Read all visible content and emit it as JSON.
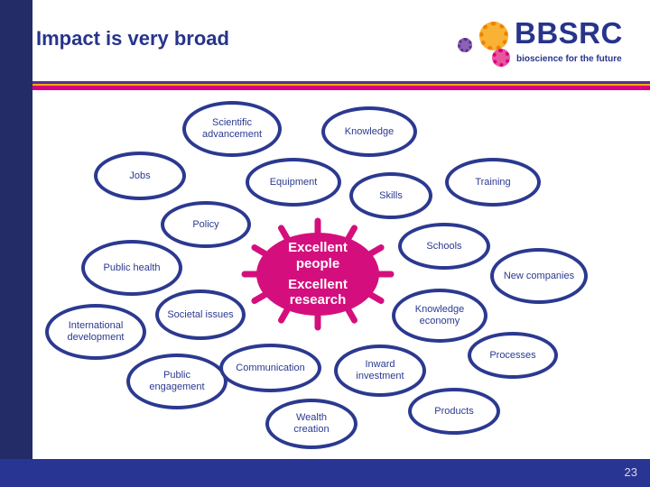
{
  "slide": {
    "title": "Impact is very broad",
    "page_number": "23"
  },
  "logo": {
    "brand": "BBSRC",
    "tagline": "bioscience for the future"
  },
  "colors": {
    "navy": "#2b3990",
    "dark_navy": "#232c66",
    "footer_navy": "#283593",
    "magenta": "#d6007f",
    "stripe_purple": "#5b2d8e",
    "stripe_yellow": "#f0ab00",
    "logo_yellow": "#f9b233",
    "logo_orange": "#ef8200",
    "logo_purple": "#5c2d91"
  },
  "diagram": {
    "center_lines": [
      "Excellent",
      "people",
      "Excellent",
      "research"
    ],
    "bubbles": [
      "Scientific advancement",
      "Knowledge",
      "Jobs",
      "Equipment",
      "Skills",
      "Training",
      "Policy",
      "Schools",
      "Public health",
      "New companies",
      "International development",
      "Societal issues",
      "Knowledge economy",
      "Processes",
      "Public engagement",
      "Communication",
      "Inward investment",
      "Wealth creation",
      "Products"
    ]
  }
}
